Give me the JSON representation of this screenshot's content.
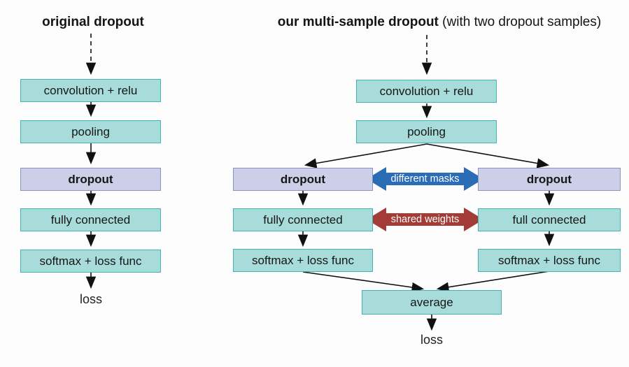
{
  "left_diagram": {
    "title": "original dropout",
    "boxes": [
      {
        "label": "convolution + relu",
        "type": "teal"
      },
      {
        "label": "pooling",
        "type": "teal"
      },
      {
        "label": "dropout",
        "type": "lavender"
      },
      {
        "label": "fully connected",
        "type": "teal"
      },
      {
        "label": "softmax + loss func",
        "type": "teal"
      }
    ],
    "output_label": "loss"
  },
  "right_diagram": {
    "title_bold": "our multi-sample dropout",
    "title_rest": " (with two dropout samples)",
    "shared_boxes": [
      {
        "label": "convolution + relu",
        "type": "teal"
      },
      {
        "label": "pooling",
        "type": "teal"
      }
    ],
    "left_branch": [
      {
        "label": "dropout",
        "type": "lavender"
      },
      {
        "label": "fully connected",
        "type": "teal"
      },
      {
        "label": "softmax + loss func",
        "type": "teal"
      }
    ],
    "right_branch": [
      {
        "label": "dropout",
        "type": "lavender"
      },
      {
        "label": "full connected",
        "type": "teal"
      },
      {
        "label": "softmax + loss func",
        "type": "teal"
      }
    ],
    "average_label": "average",
    "output_label": "loss",
    "annotations": [
      {
        "label": "different masks",
        "color": "#2a6cb5"
      },
      {
        "label": "shared weights",
        "color": "#a43b36"
      }
    ]
  },
  "colors": {
    "teal_fill": "#a7dcda",
    "teal_border": "#43b3b3",
    "lavender_fill": "#cdcee7",
    "lavender_border": "#8d92c0",
    "blue_arrow": "#2a6cb5",
    "red_arrow": "#a43b36",
    "connector": "#111111",
    "background": "#fdfdfd"
  }
}
